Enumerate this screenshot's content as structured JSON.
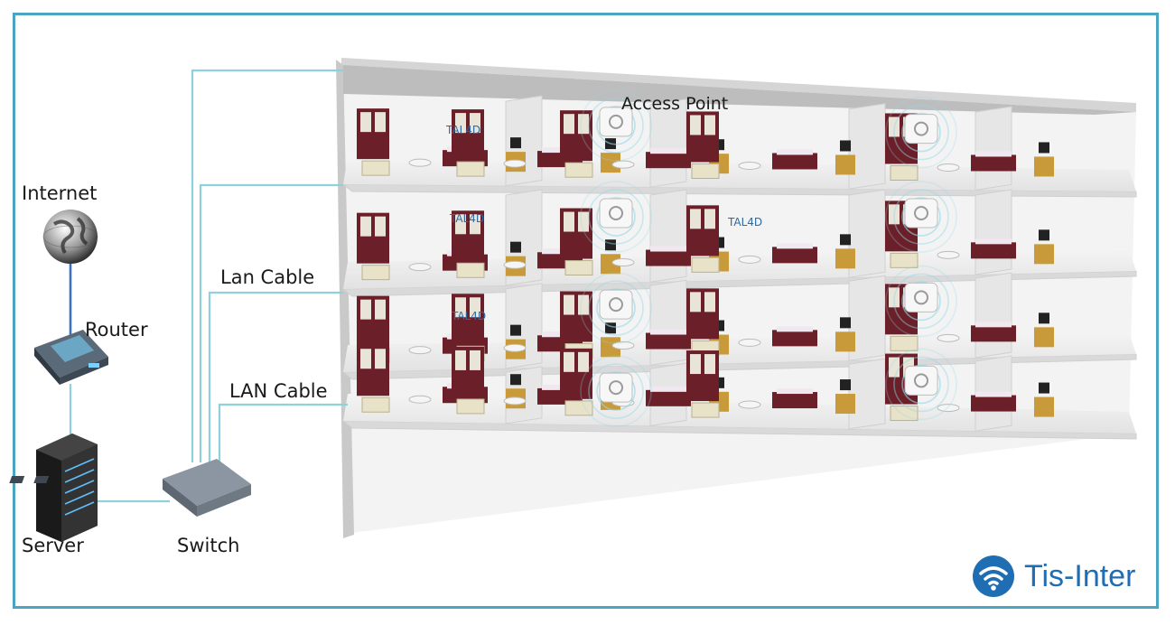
{
  "labels": {
    "internet": "Internet",
    "router": "Router",
    "server": "Server",
    "switch": "Switch",
    "lan_cable_upper": "Lan Cable",
    "lan_cable_lower": "LAN Cable",
    "access_point": "Access Point"
  },
  "room_signs": [
    "TAL4D",
    "TAL4D",
    "TAL4D",
    "TAL4D"
  ],
  "brand": {
    "name": "Tis-Inter"
  },
  "colors": {
    "frame": "#4aa6c0",
    "cable": "#8fd0dd",
    "uplink": "#3f6fc4",
    "brand": "#1f6db3",
    "wall": "#ededed",
    "furniture": "#6b1f28",
    "wood": "#c89a3a",
    "cushion": "#e8e2c8"
  },
  "floors": 4,
  "rooms_per_floor": 5,
  "access_points_per_floor": 2
}
